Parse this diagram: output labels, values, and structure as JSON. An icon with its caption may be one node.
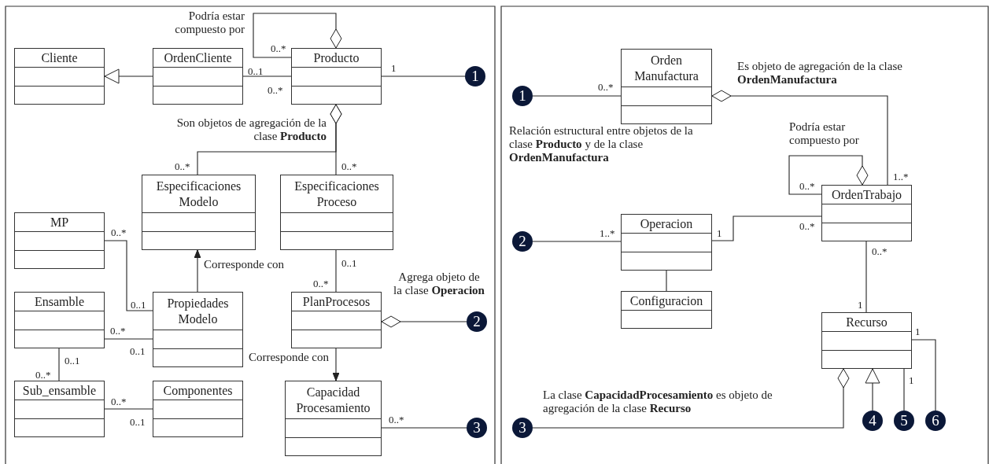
{
  "diagram": {
    "nodes": [
      {
        "text": [
          "Cliente"
        ]
      },
      {
        "text": [
          "OrdenCliente"
        ]
      },
      {
        "text": [
          "Producto"
        ]
      },
      {
        "text": [
          "1"
        ]
      },
      {
        "text": [
          "Especificaciones Modelo"
        ]
      },
      {
        "text": [
          "Especificaciones Proceso"
        ]
      },
      {
        "text": [
          "MP"
        ]
      },
      {
        "text": [
          "Ensamble"
        ]
      },
      {
        "text": [
          "Propiedades Modelo"
        ]
      },
      {
        "text": [
          "PlanProcesos"
        ]
      },
      {
        "text": [
          "2"
        ]
      },
      {
        "text": [
          "Sub_ensamble"
        ]
      },
      {
        "text": [
          "Componentes"
        ]
      },
      {
        "text": [
          "Capacidad Procesamiento"
        ]
      },
      {
        "text": [
          "3"
        ]
      },
      {
        "text": [
          "Orden Manufactura"
        ]
      },
      {
        "text": [
          "1"
        ]
      },
      {
        "text": [
          "OrdenTrabajo"
        ]
      },
      {
        "text": [
          "Operacion"
        ]
      },
      {
        "text": [
          "2"
        ]
      },
      {
        "text": [
          "Configuracion"
        ]
      },
      {
        "text": [
          "Recurso"
        ]
      },
      {
        "text": [
          "3"
        ]
      },
      {
        "text": [
          "4"
        ]
      },
      {
        "text": [
          "5"
        ]
      },
      {
        "text": [
          "6"
        ]
      }
    ],
    "edges": [
      {
        "from": 1,
        "to": 0,
        "arrow": "to"
      },
      {
        "from": 1,
        "to": 2,
        "arrow": "none"
      },
      {
        "from": 2,
        "to": 2,
        "arrow": "other",
        "label": "Podría estar compuesto por"
      },
      {
        "from": 2,
        "to": 3,
        "arrow": "none"
      },
      {
        "from": 2,
        "to": 4,
        "arrow": "other",
        "label": "Son objetos de agregación de la clase **Producto**"
      },
      {
        "from": 2,
        "to": 5,
        "arrow": "other"
      },
      {
        "from": 6,
        "to": 8,
        "arrow": "none"
      },
      {
        "from": 8,
        "to": 4,
        "arrow": "to",
        "label": "Corresponde con"
      },
      {
        "from": 7,
        "to": 8,
        "arrow": "none"
      },
      {
        "from": 5,
        "to": 9,
        "arrow": "none"
      },
      {
        "from": 9,
        "to": 10,
        "arrow": "other",
        "label": "Agrega objeto de la clase **Operacion**"
      },
      {
        "from": 9,
        "to": 13,
        "arrow": "to",
        "label": "Corresponde con"
      },
      {
        "from": 7,
        "to": 11,
        "arrow": "none"
      },
      {
        "from": 11,
        "to": 12,
        "arrow": "none"
      },
      {
        "from": 13,
        "to": 14,
        "arrow": "none"
      },
      {
        "from": 16,
        "to": 15,
        "arrow": "none",
        "label": "Relación estructural entre objetos de la clase **Producto** y de la clase **OrdenManufactura**"
      },
      {
        "from": 15,
        "to": 17,
        "arrow": "other",
        "label": "Es objeto de agregación de la clase **OrdenManufactura**"
      },
      {
        "from": 17,
        "to": 17,
        "arrow": "other",
        "label": "Podría estar compuesto por"
      },
      {
        "from": 18,
        "to": 17,
        "arrow": "none"
      },
      {
        "from": 19,
        "to": 18,
        "arrow": "none"
      },
      {
        "from": 18,
        "to": 20,
        "arrow": "none"
      },
      {
        "from": 17,
        "to": 21,
        "arrow": "none"
      },
      {
        "from": 21,
        "to": 22,
        "arrow": "other",
        "label": "La clase **CapacidadProcesamiento** es objeto de agregación de la clase **Recurso**"
      },
      {
        "from": 23,
        "to": 21,
        "arrow": "to"
      },
      {
        "from": 21,
        "to": 24,
        "arrow": "none"
      },
      {
        "from": 21,
        "to": 25,
        "arrow": "none"
      }
    ],
    "labels": [
      "0..*",
      "0..1",
      "1",
      "0..*",
      "0..*",
      "0..*",
      "0..*",
      "0..1",
      "0..*",
      "0..1",
      "0..*",
      "0..1",
      "0..1",
      "0..*",
      "0..*",
      "0..*",
      "0..1",
      "0..*",
      "1..*",
      "0..*",
      "0..*",
      "1..*",
      "1",
      "0..*",
      "1",
      "1",
      "1"
    ]
  }
}
